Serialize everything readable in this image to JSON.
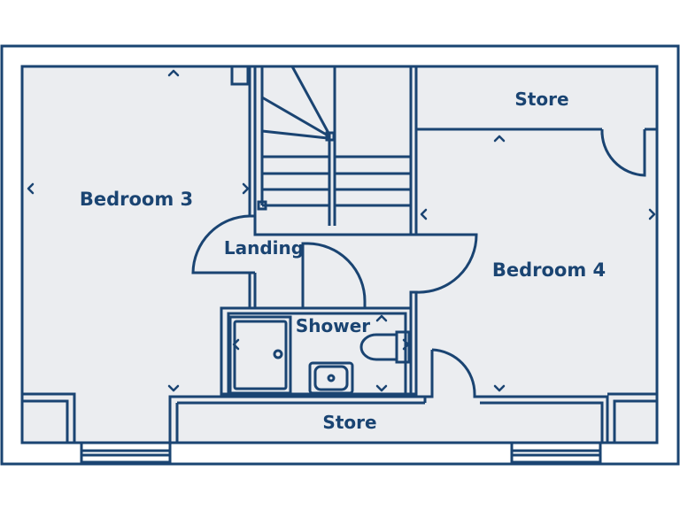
{
  "colors": {
    "wall": "#1a4472",
    "floor": "#ebedf0",
    "exterior": "#ffffff"
  },
  "rooms": {
    "bedroom3": "Bedroom 3",
    "bedroom4": "Bedroom 4",
    "landing": "Landing",
    "shower": "Shower",
    "store_top": "Store",
    "store_bottom": "Store"
  }
}
